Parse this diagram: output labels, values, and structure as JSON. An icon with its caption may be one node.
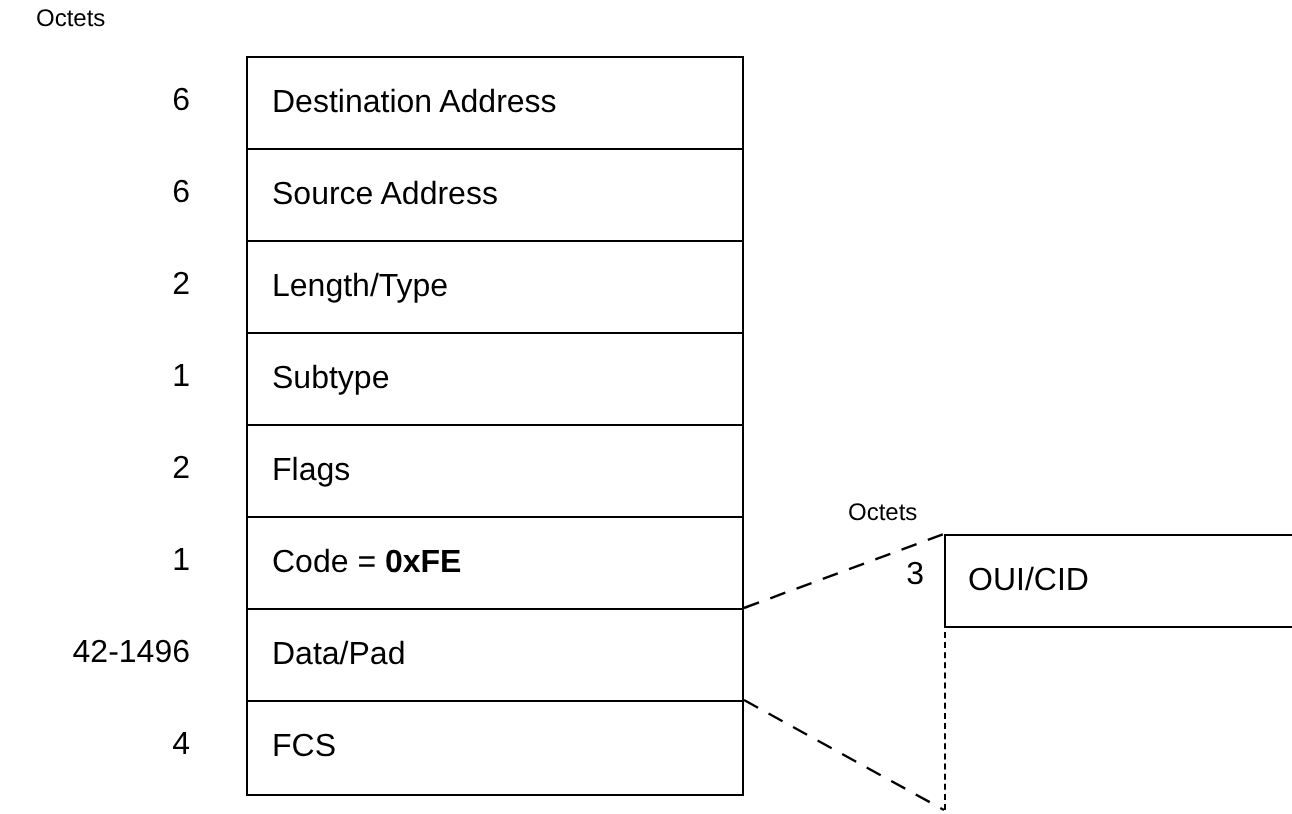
{
  "diagram": {
    "nodes": [
      {
        "text": [
          "Destination Address"
        ],
        "beside": [
          "6"
        ]
      },
      {
        "text": [
          "Source Address"
        ],
        "beside": [
          "6"
        ]
      },
      {
        "text": [
          "Length/Type"
        ],
        "beside": [
          "2"
        ]
      },
      {
        "text": [
          "Subtype"
        ],
        "beside": [
          "1"
        ]
      },
      {
        "text": [
          "Flags"
        ],
        "beside": [
          "2"
        ]
      },
      {
        "text": [
          "Code = **0xFE**"
        ],
        "beside": [
          "1"
        ]
      },
      {
        "text": [
          "Data/Pad"
        ],
        "beside": [
          "42-1496"
        ]
      },
      {
        "text": [
          "FCS"
        ],
        "beside": [
          "4"
        ]
      },
      {
        "text": [
          "OUI/CID"
        ],
        "beside": [
          "3"
        ]
      }
    ],
    "edges": [
      {
        "from": 6,
        "to": 8,
        "arrow": "none",
        "style": "dashed"
      },
      {
        "from": 6,
        "to": 8,
        "arrow": "none",
        "style": "dashed"
      }
    ],
    "labels": [
      "Octets",
      "Octets"
    ]
  }
}
